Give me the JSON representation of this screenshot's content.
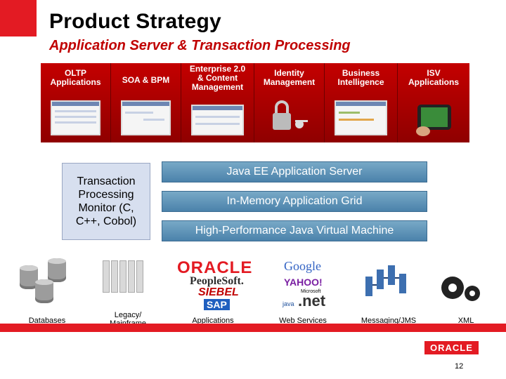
{
  "slide": {
    "title": "Product Strategy",
    "subtitle": "Application Server & Transaction Processing",
    "page_number": "12",
    "footer_logo": "ORACLE"
  },
  "banner": {
    "tiles": [
      {
        "label": "OLTP\nApplications",
        "icon": "oltp-screenshot-icon"
      },
      {
        "label": "SOA & BPM",
        "icon": "soa-screenshot-icon"
      },
      {
        "label": "Enterprise 2.0\n& Content\nManagement",
        "icon": "content-screenshot-icon"
      },
      {
        "label": "Identity\nManagement",
        "icon": "lock-keys-icon"
      },
      {
        "label": "Business\nIntelligence",
        "icon": "bi-screenshot-icon"
      },
      {
        "label": "ISV\nApplications",
        "icon": "phone-icon"
      }
    ]
  },
  "tp_monitor": {
    "label": "Transaction Processing Monitor (C, C++, Cobol)"
  },
  "stack": [
    {
      "label": "Java EE Application Server"
    },
    {
      "label": "In-Memory Application Grid"
    },
    {
      "label": "High-Performance Java Virtual Machine"
    }
  ],
  "bottom": {
    "databases": "Databases",
    "legacy": "Legacy/\nMainframe",
    "applications": "Applications",
    "web_services": "Web Services",
    "messaging": "Messaging/JMS",
    "xml": "XML",
    "brands_apps": [
      "ORACLE",
      "PeopleSoft.",
      "SIEBEL",
      "SAP"
    ],
    "brands_web": [
      "Google",
      "YAHOO!",
      "Microsoft",
      ".net",
      "java"
    ]
  },
  "colors": {
    "accent": "#e31b23",
    "banner_red": "#b30000",
    "stack_blue": "#5b8fb6",
    "tp_box": "#d7dfef"
  }
}
